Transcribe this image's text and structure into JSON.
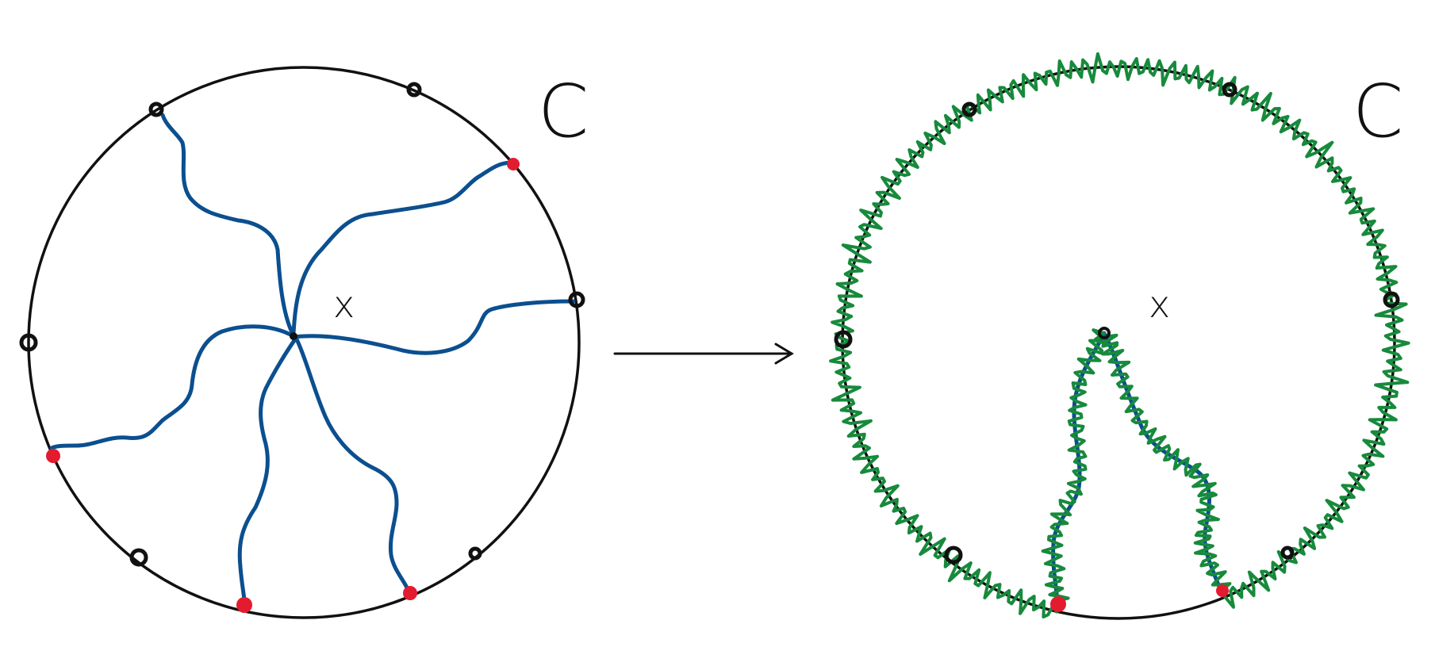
{
  "left_panel": {
    "curve_label": "C",
    "point_label": "x",
    "colors": {
      "circle": "#111111",
      "path": "#0b4f8f",
      "marked_point": "#e31b2e",
      "point": "#111111"
    }
  },
  "right_panel": {
    "curve_label": "C",
    "point_label": "x",
    "colors": {
      "circle": "#111111",
      "path": "#0b4f8f",
      "trace": "#178a3c",
      "marked_point": "#e31b2e",
      "point": "#111111"
    }
  },
  "arrow": {
    "direction": "right"
  }
}
